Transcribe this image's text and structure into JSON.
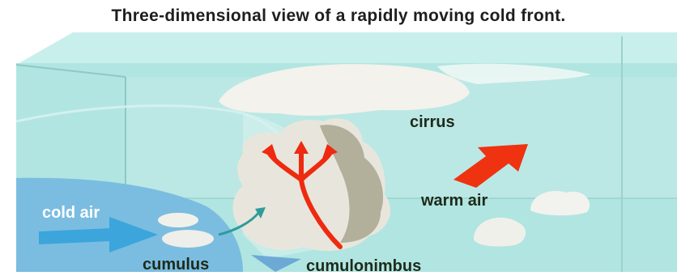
{
  "title": "Three-dimensional view of a rapidly moving cold front.",
  "labels": {
    "cirrus": "cirrus",
    "warm_air": "warm air",
    "cold_air": "cold air",
    "cumulus": "cumulus",
    "cumulonimbus": "cumulonimbus"
  },
  "colors": {
    "box_face": "#aee3e0",
    "box_top": "#c8efec",
    "cold_air": "#6fb6dc",
    "cold_arrow": "#3da6dd",
    "warm_arrow": "#ee3311",
    "updraft": "#ee2a10",
    "cloud": "#e9e7df",
    "cloud_shadow": "#a8a48f",
    "frontal_arrow": "#2f9c9a"
  }
}
